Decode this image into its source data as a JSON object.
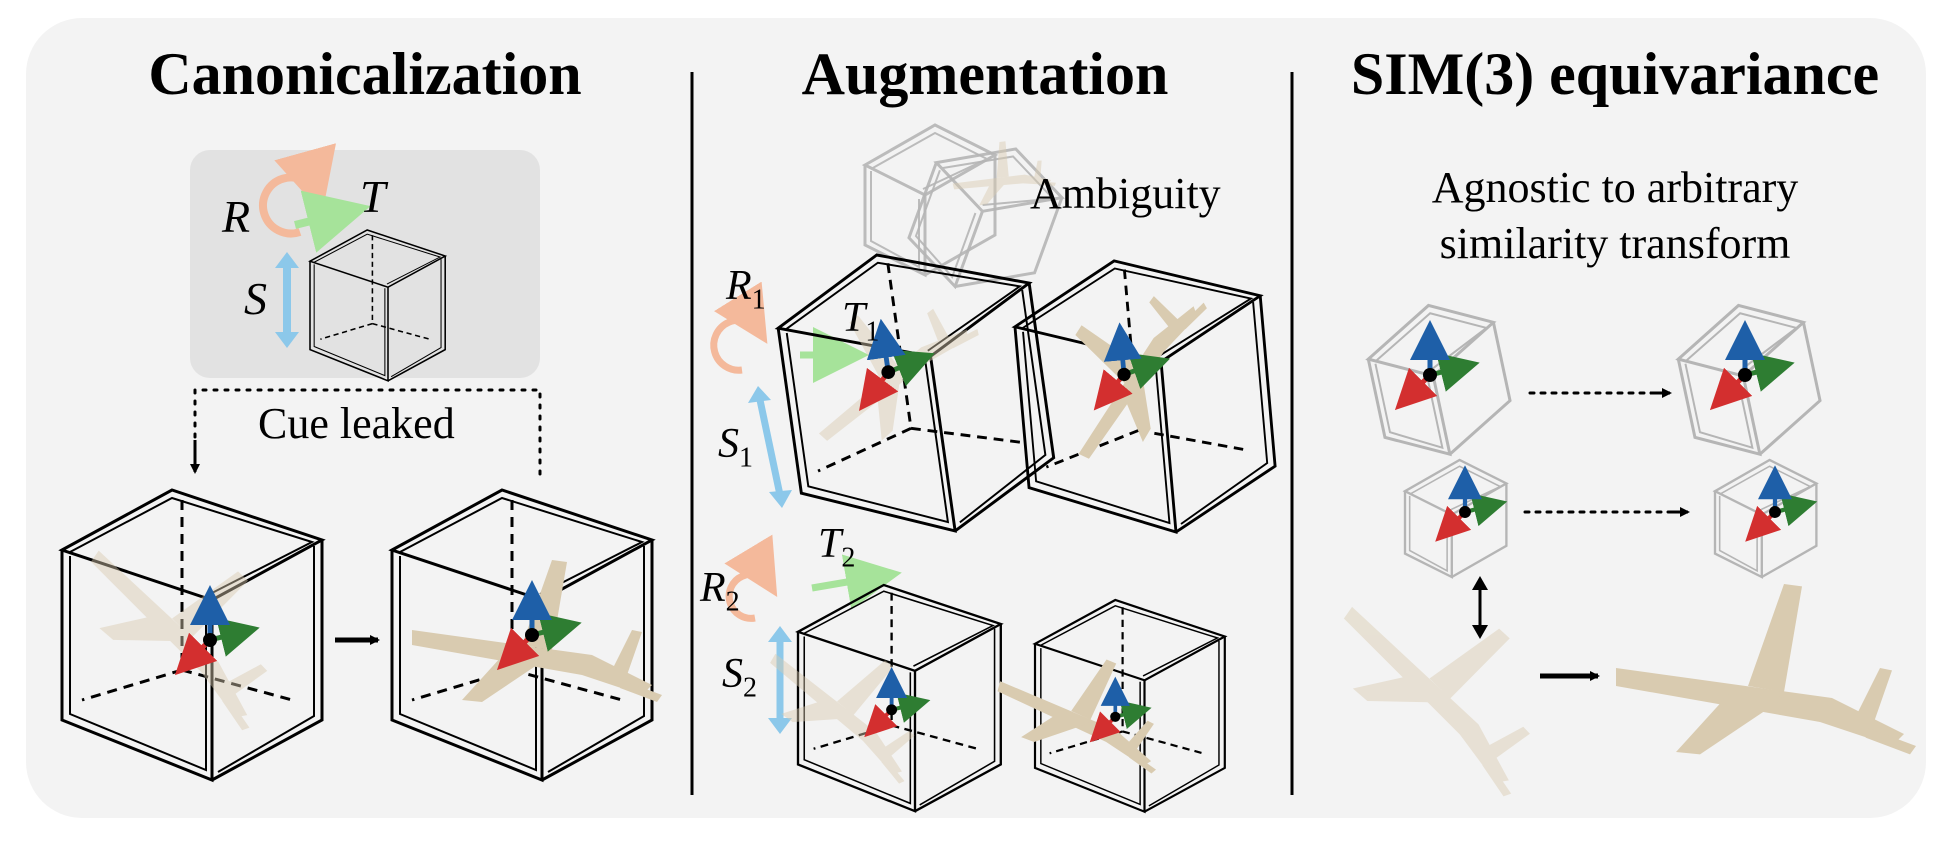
{
  "sections": [
    {
      "title": "Canonicalization"
    },
    {
      "title": "Augmentation"
    },
    {
      "title": "SIM(3) equivariance"
    }
  ],
  "canonicalization": {
    "labels": {
      "r": "R",
      "t": "T",
      "s": "S"
    },
    "cue_text": "Cue leaked"
  },
  "augmentation": {
    "ambiguity_text": "Ambiguity",
    "labels": {
      "r1": "R",
      "r1_sub": "1",
      "t1": "T",
      "t1_sub": "1",
      "s1": "S",
      "s1_sub": "1",
      "r2": "R",
      "r2_sub": "2",
      "t2": "T",
      "t2_sub": "2",
      "s2": "S",
      "s2_sub": "2"
    }
  },
  "sim3": {
    "caption_line1": "Agnostic to arbitrary",
    "caption_line2": "similarity transform"
  },
  "colors": {
    "rotation": "#f4b99b",
    "translation": "#a6e39a",
    "scale": "#8cc8ea",
    "axis_x": "#2e7d32",
    "axis_y": "#1e5fa8",
    "axis_z": "#d32f2f",
    "point_cloud": "#d9cbb0"
  }
}
